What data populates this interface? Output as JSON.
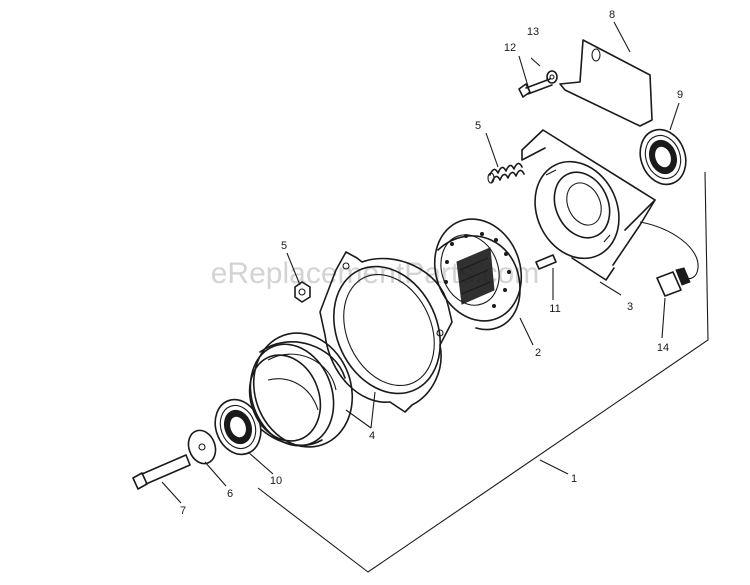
{
  "watermark": "eReplacementParts.com",
  "callouts": {
    "c1": "1",
    "c2": "2",
    "c3": "3",
    "c4": "4",
    "c5a": "5",
    "c5b": "5",
    "c6": "6",
    "c7": "7",
    "c8": "8",
    "c9": "9",
    "c10": "10",
    "c11": "11",
    "c12": "12",
    "c13": "13",
    "c14": "14"
  }
}
